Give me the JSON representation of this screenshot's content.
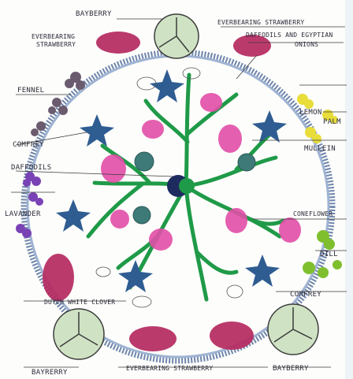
{
  "labels": {
    "bayberry_top": "BAYBERRY",
    "everbearing_strawberry_top": "EVERBEARING STRAWBERRY",
    "daffodils_egyptian_line1": "DAFFODILS AND EGYPTIAN",
    "daffodils_egyptian_line2": "ONIONS",
    "everbearing_strawberry_left_line1": "EVERBEARING",
    "everbearing_strawberry_left_line2": "STRAWBERRY",
    "fennel": "FENNEL",
    "lemon": "LEMON",
    "palm": "PALM",
    "comfrey_left": "COMFREY",
    "mullein": "MULLEIN",
    "daffodils_left": "DAFFODILS",
    "lavander": "LAVANDER",
    "coneflower": "CONEFLOWER",
    "dill": "DILL",
    "comfrey_right": "COMFREY",
    "dutch_white_clover": "DUTCH WHITE CLOVER",
    "bayrerry_bottom_left": "BAYRERRY",
    "everbearing_strawberry_bottom": "EVERBEARING STRAWBERRY",
    "bayberry_bottom_right": "BAYBERRY"
  },
  "colors": {
    "ring": "#6f86ad",
    "branch": "#1f9a48",
    "strawberry": "#b5295f",
    "pink": "#e24fa8",
    "star": "#2f5d92",
    "teal_disc": "#3d7a78",
    "bayberry": "#cfe3c4",
    "lemon": "#e8dd3a",
    "dill": "#7fbf2e",
    "lavender": "#7a43b5",
    "fennel": "#6b5b6e"
  }
}
